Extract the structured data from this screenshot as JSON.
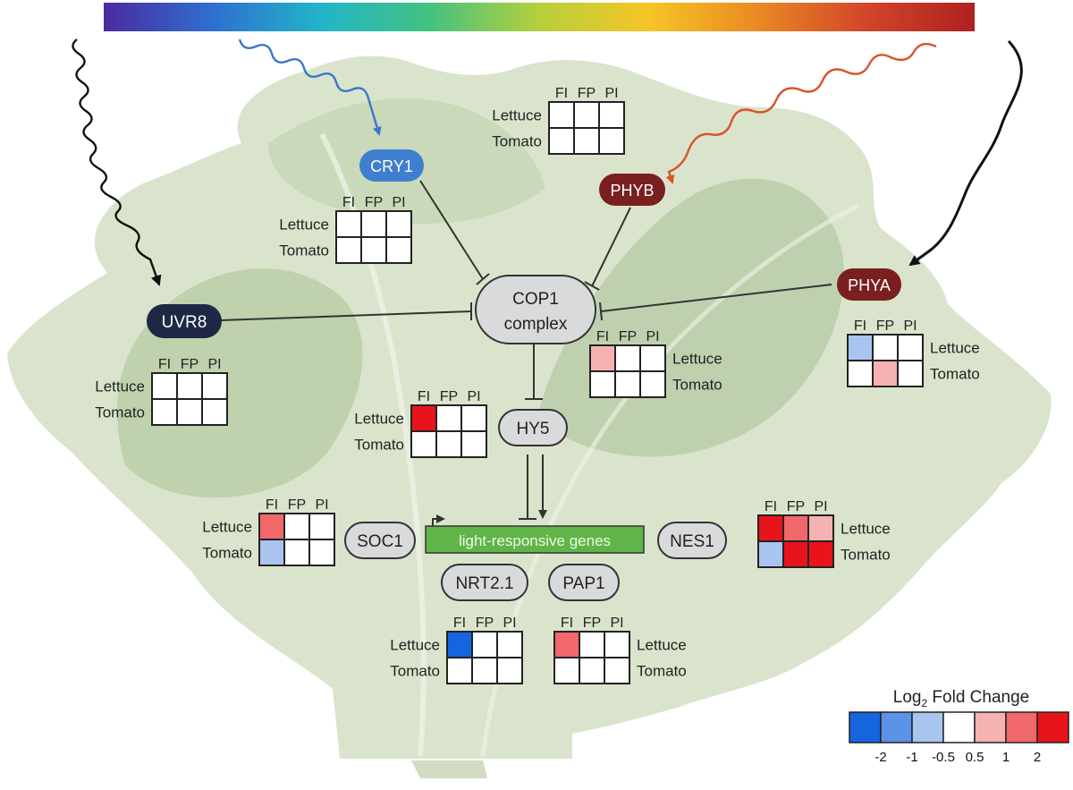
{
  "nodes": {
    "cry1": "CRY1",
    "phyb": "PHYB",
    "phya": "PHYA",
    "uvr8": "UVR8",
    "cop1_line1": "COP1",
    "cop1_line2": "complex",
    "hy5": "HY5",
    "soc1": "SOC1",
    "nes1": "NES1",
    "nrt21": "NRT2.1",
    "pap1": "PAP1",
    "light_genes": "light-responsive genes"
  },
  "colors": {
    "cry1": "#3f7fd0",
    "phyb": "#7a1f1f",
    "phya": "#7a1f1f",
    "uvr8": "#1e2844",
    "grey_node": "#d8dadb",
    "genes_box": "#5fb548",
    "arrow_blue": "#3b78cc",
    "arrow_red": "#d9532b",
    "arrow_black": "#111111"
  },
  "heatmaps": [
    {
      "id": "phyb",
      "columns": [
        "FI",
        "FP",
        "PI"
      ],
      "rows": [
        {
          "label": "Lettuce",
          "cells": [
            "#ffffff",
            "#ffffff",
            "#ffffff"
          ]
        },
        {
          "label": "Tomato",
          "cells": [
            "#ffffff",
            "#ffffff",
            "#ffffff"
          ]
        }
      ]
    },
    {
      "id": "cry1",
      "columns": [
        "FI",
        "FP",
        "PI"
      ],
      "rows": [
        {
          "label": "Lettuce",
          "cells": [
            "#ffffff",
            "#ffffff",
            "#ffffff"
          ]
        },
        {
          "label": "Tomato",
          "cells": [
            "#ffffff",
            "#ffffff",
            "#ffffff"
          ]
        }
      ]
    },
    {
      "id": "uvr8",
      "columns": [
        "FI",
        "FP",
        "PI"
      ],
      "rows": [
        {
          "label": "Lettuce",
          "cells": [
            "#ffffff",
            "#ffffff",
            "#ffffff"
          ]
        },
        {
          "label": "Tomato",
          "cells": [
            "#ffffff",
            "#ffffff",
            "#ffffff"
          ]
        }
      ]
    },
    {
      "id": "cop1",
      "columns": [
        "FI",
        "FP",
        "PI"
      ],
      "rows": [
        {
          "label": "Lettuce",
          "cells": [
            "#f6b1b1",
            "#ffffff",
            "#ffffff"
          ]
        },
        {
          "label": "Tomato",
          "cells": [
            "#ffffff",
            "#ffffff",
            "#ffffff"
          ]
        }
      ]
    },
    {
      "id": "phya",
      "columns": [
        "FI",
        "FP",
        "PI"
      ],
      "rows": [
        {
          "label": "Lettuce",
          "cells": [
            "#a9c4ee",
            "#ffffff",
            "#ffffff"
          ]
        },
        {
          "label": "Tomato",
          "cells": [
            "#ffffff",
            "#f6b1b1",
            "#ffffff"
          ]
        }
      ]
    },
    {
      "id": "hy5",
      "columns": [
        "FI",
        "FP",
        "PI"
      ],
      "rows": [
        {
          "label": "Lettuce",
          "cells": [
            "#e8141b",
            "#ffffff",
            "#ffffff"
          ]
        },
        {
          "label": "Tomato",
          "cells": [
            "#ffffff",
            "#ffffff",
            "#ffffff"
          ]
        }
      ]
    },
    {
      "id": "soc1",
      "columns": [
        "FI",
        "FP",
        "PI"
      ],
      "rows": [
        {
          "label": "Lettuce",
          "cells": [
            "#f0686a",
            "#ffffff",
            "#ffffff"
          ]
        },
        {
          "label": "Tomato",
          "cells": [
            "#a9c4ee",
            "#ffffff",
            "#ffffff"
          ]
        }
      ]
    },
    {
      "id": "nes1",
      "columns": [
        "FI",
        "FP",
        "PI"
      ],
      "rows": [
        {
          "label": "Lettuce",
          "cells": [
            "#e8141b",
            "#f0686a",
            "#f6b1b1"
          ]
        },
        {
          "label": "Tomato",
          "cells": [
            "#a9c4ee",
            "#e8141b",
            "#e8141b"
          ]
        }
      ]
    },
    {
      "id": "nrt21",
      "columns": [
        "FI",
        "FP",
        "PI"
      ],
      "rows": [
        {
          "label": "Lettuce",
          "cells": [
            "#1565e0",
            "#ffffff",
            "#ffffff"
          ]
        },
        {
          "label": "Tomato",
          "cells": [
            "#ffffff",
            "#ffffff",
            "#ffffff"
          ]
        }
      ]
    },
    {
      "id": "pap1",
      "columns": [
        "FI",
        "FP",
        "PI"
      ],
      "rows": [
        {
          "label": "Lettuce",
          "cells": [
            "#f0686a",
            "#ffffff",
            "#ffffff"
          ]
        },
        {
          "label": "Tomato",
          "cells": [
            "#ffffff",
            "#ffffff",
            "#ffffff"
          ]
        }
      ]
    }
  ],
  "legend": {
    "title": "Log",
    "title_sub": "2",
    "title_rest": " Fold Change",
    "colors": [
      "#1565e0",
      "#5d93e6",
      "#a9c4ee",
      "#ffffff",
      "#f6b1b1",
      "#f0686a",
      "#e8141b"
    ],
    "ticks": [
      "-2",
      "-1",
      "-0.5",
      "0.5",
      "1",
      "2"
    ]
  },
  "spectrum": [
    "#4a2aa0",
    "#2f6fd0",
    "#22b5c8",
    "#44c280",
    "#b7cf3c",
    "#f6c526",
    "#e98a23",
    "#d2452a",
    "#b0201f"
  ]
}
